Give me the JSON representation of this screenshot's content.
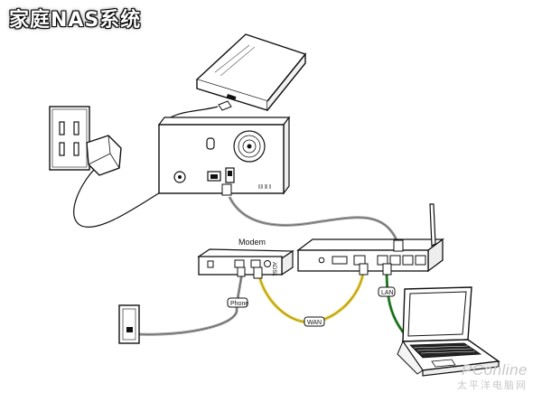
{
  "title": "家庭NAS系统",
  "labels": {
    "modem": "Modem",
    "phone": "Phone",
    "wan": "WAN",
    "lan": "LAN",
    "adsl": "ADSL"
  },
  "watermark": {
    "brand": "PConline",
    "sub": "太平洋电脑网"
  },
  "colors": {
    "wan_cable": "#e5cc3a",
    "lan_cable": "#2e8b2e",
    "line": "#111111",
    "cable_gray": "#9a9a9a"
  }
}
